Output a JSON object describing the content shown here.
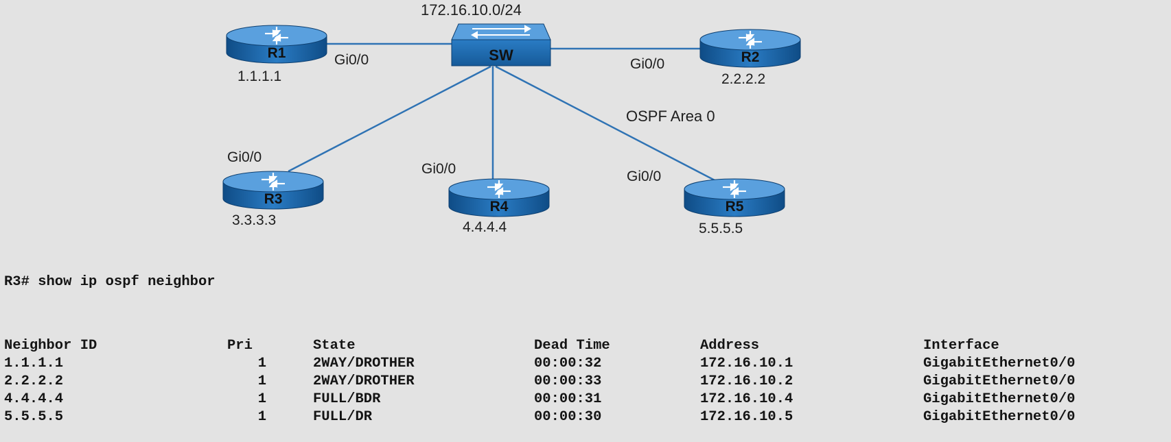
{
  "diagram": {
    "subnet_label": "172.16.10.0/24",
    "area_label": "OSPF Area 0",
    "switch": {
      "name": "SW"
    },
    "routers": [
      {
        "name": "R1",
        "router_id": "1.1.1.1",
        "interface": "Gi0/0"
      },
      {
        "name": "R2",
        "router_id": "2.2.2.2",
        "interface": "Gi0/0"
      },
      {
        "name": "R3",
        "router_id": "3.3.3.3",
        "interface": "Gi0/0"
      },
      {
        "name": "R4",
        "router_id": "4.4.4.4",
        "interface": "Gi0/0"
      },
      {
        "name": "R5",
        "router_id": "5.5.5.5",
        "interface": "Gi0/0"
      }
    ],
    "colors": {
      "device_blue": "#1f6db0",
      "link_blue": "#2f73b4",
      "background": "#e3e3e3"
    }
  },
  "cli": {
    "command": "R3# show ip ospf neighbor",
    "headers": [
      "Neighbor ID",
      "Pri",
      "State",
      "Dead Time",
      "Address",
      "Interface"
    ],
    "rows": [
      [
        "1.1.1.1",
        "1",
        "2WAY/DROTHER",
        "00:00:32",
        "172.16.10.1",
        "GigabitEthernet0/0"
      ],
      [
        "2.2.2.2",
        "1",
        "2WAY/DROTHER",
        "00:00:33",
        "172.16.10.2",
        "GigabitEthernet0/0"
      ],
      [
        "4.4.4.4",
        "1",
        "FULL/BDR",
        "00:00:31",
        "172.16.10.4",
        "GigabitEthernet0/0"
      ],
      [
        "5.5.5.5",
        "1",
        "FULL/DR",
        "00:00:30",
        "172.16.10.5",
        "GigabitEthernet0/0"
      ]
    ]
  }
}
